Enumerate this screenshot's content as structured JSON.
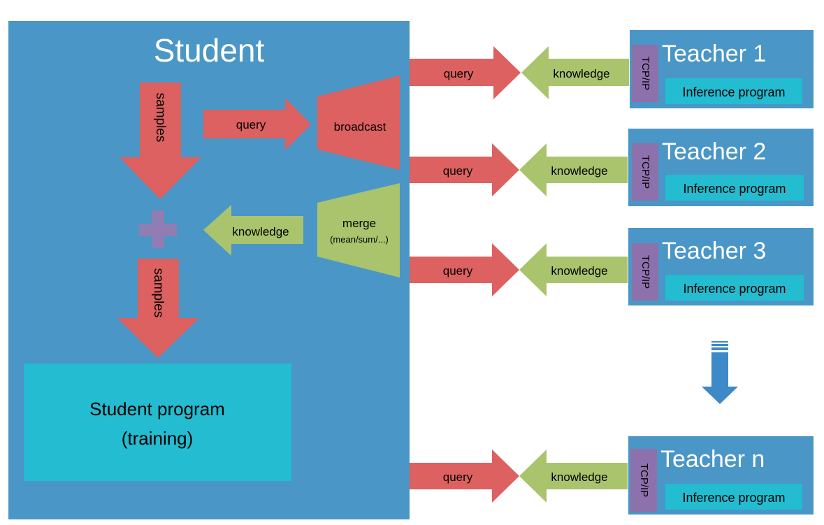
{
  "student": {
    "title": "Student",
    "samples_label_top": "samples",
    "samples_label_bottom": "samples",
    "query_label": "query",
    "broadcast_label": "broadcast",
    "knowledge_label": "knowledge",
    "merge_label": "merge",
    "merge_sub_label": "(mean/sum/...)",
    "program_line1": "Student program",
    "program_line2": "(training)"
  },
  "channels": [
    {
      "query": "query",
      "knowledge": "knowledge"
    },
    {
      "query": "query",
      "knowledge": "knowledge"
    },
    {
      "query": "query",
      "knowledge": "knowledge"
    },
    {
      "query": "query",
      "knowledge": "knowledge"
    }
  ],
  "teachers": [
    {
      "title": "Teacher 1",
      "protocol": "TCP/IP",
      "program": "Inference program"
    },
    {
      "title": "Teacher 2",
      "protocol": "TCP/IP",
      "program": "Inference program"
    },
    {
      "title": "Teacher 3",
      "protocol": "TCP/IP",
      "program": "Inference program"
    },
    {
      "title": "Teacher n",
      "protocol": "TCP/IP",
      "program": "Inference program"
    }
  ],
  "colors": {
    "panel_blue": "#4a96c6",
    "arrow_red": "#dc6160",
    "arrow_green": "#a9c46d",
    "cyan_box": "#23bcd0",
    "tcp_purple": "#8d71ac",
    "plus_purple": "#8f7db3",
    "down_arrow_blue": "#3e8ac8"
  },
  "icons": {
    "plus": "plus-icon",
    "ellipsis_down_arrow": "down-arrow-icon"
  }
}
